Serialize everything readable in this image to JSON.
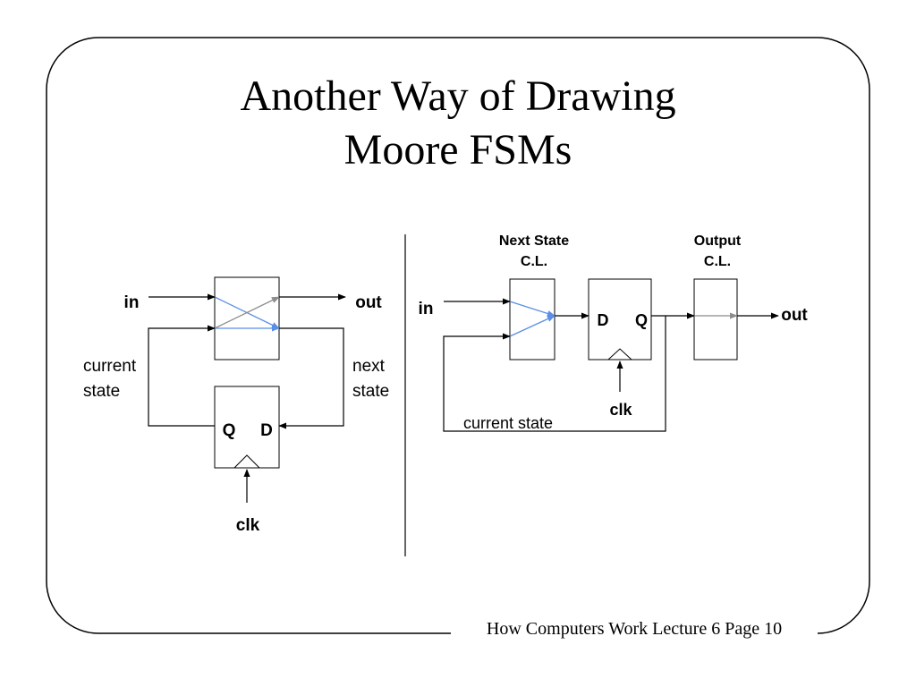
{
  "slide": {
    "title_line1": "Another Way of Drawing",
    "title_line2": "Moore FSMs",
    "footer": "How Computers Work Lecture 6 Page 10"
  },
  "left_diagram": {
    "input_label": "in",
    "output_label": "out",
    "current_state_label": [
      "current",
      "state"
    ],
    "next_state_label": [
      "next",
      "state"
    ],
    "register": {
      "q_label": "Q",
      "d_label": "D"
    },
    "clock_label": "clk"
  },
  "right_diagram": {
    "next_state_block_label": [
      "Next State",
      "C.L."
    ],
    "output_block_label": [
      "Output",
      "C.L."
    ],
    "input_label": "in",
    "output_label": "out",
    "register": {
      "d_label": "D",
      "q_label": "Q"
    },
    "clock_label": "clk",
    "feedback_label": "current state"
  },
  "colors": {
    "highlight_blue": "#5b8ee6",
    "highlight_gray": "#8c8c8c",
    "line": "#000000"
  }
}
